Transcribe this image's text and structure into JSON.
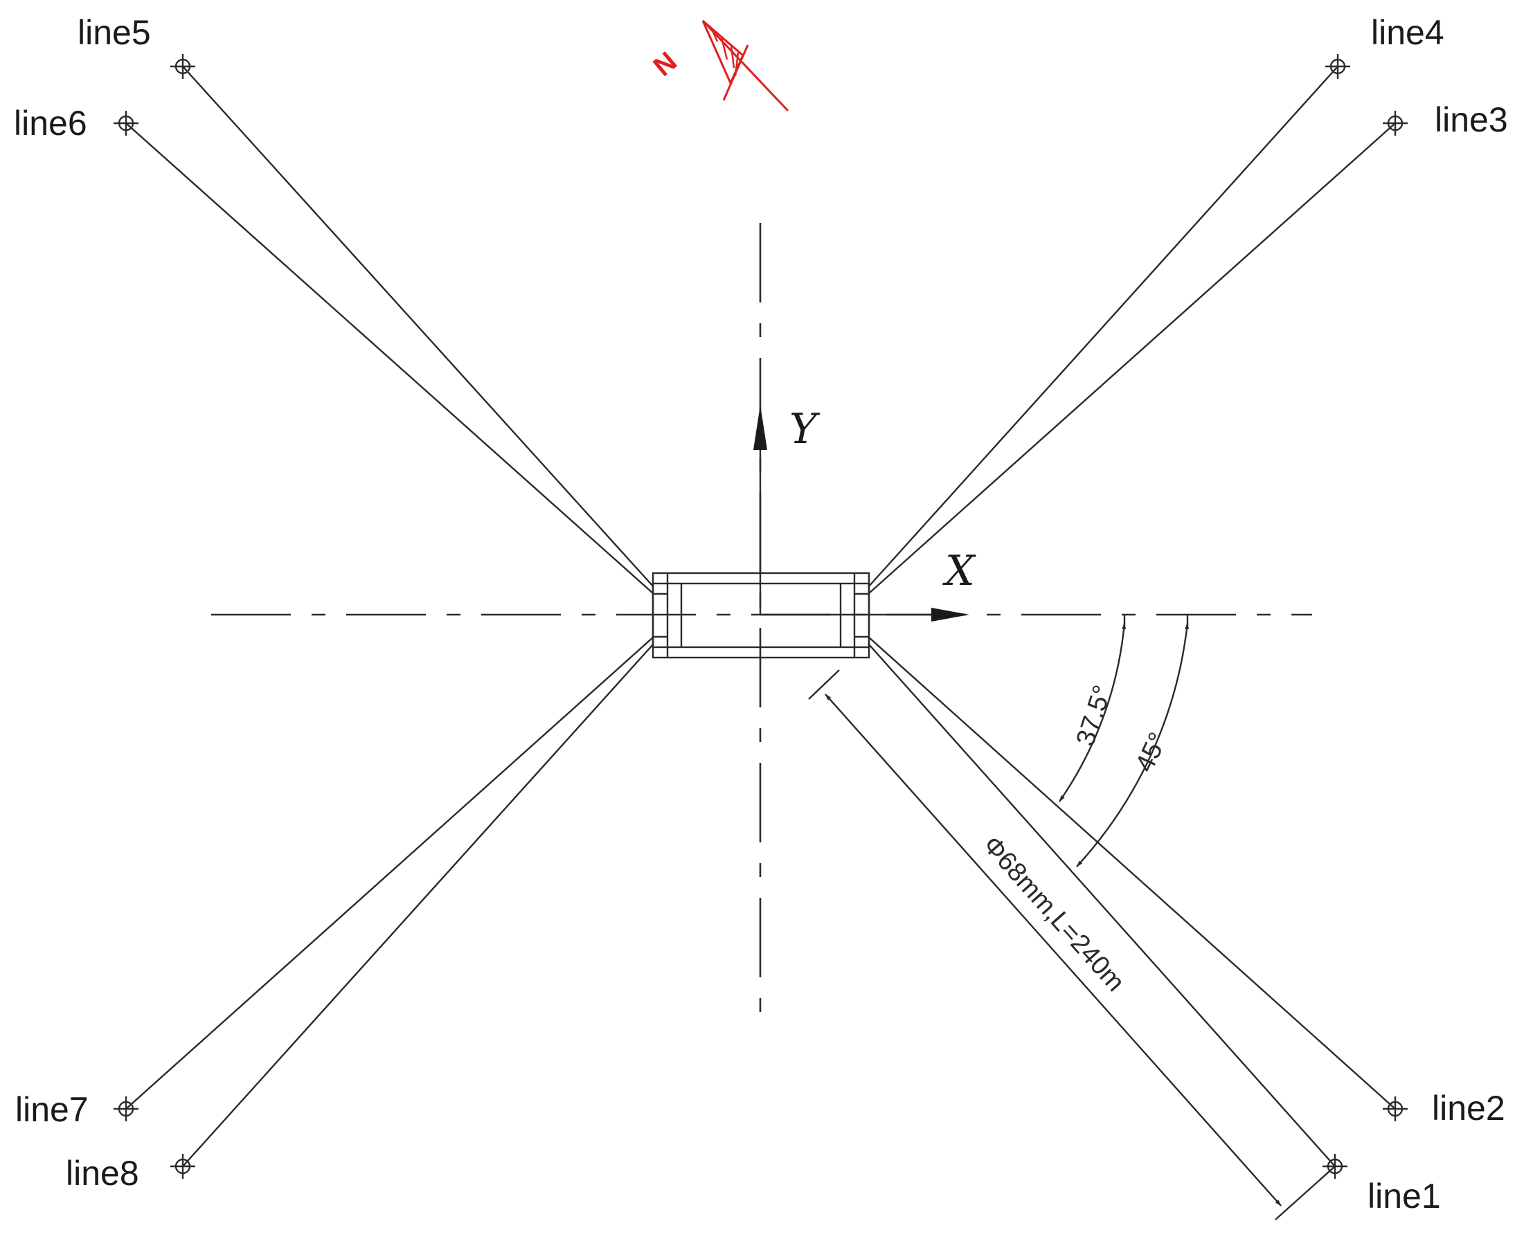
{
  "compass": {
    "north_label": "N",
    "color": "#e0201c"
  },
  "axes": {
    "x_label": "X",
    "y_label": "Y"
  },
  "anchor_lines": [
    {
      "label": "line1"
    },
    {
      "label": "line2"
    },
    {
      "label": "line3"
    },
    {
      "label": "line4"
    },
    {
      "label": "line5"
    },
    {
      "label": "line6"
    },
    {
      "label": "line7"
    },
    {
      "label": "line8"
    }
  ],
  "dimensions": {
    "angle_inner": "37.5°",
    "angle_outer": "45°",
    "line_spec": "Φ68mm,L=240m"
  },
  "colors": {
    "line": "#2a2a2a",
    "text": "#1a1a1a"
  }
}
